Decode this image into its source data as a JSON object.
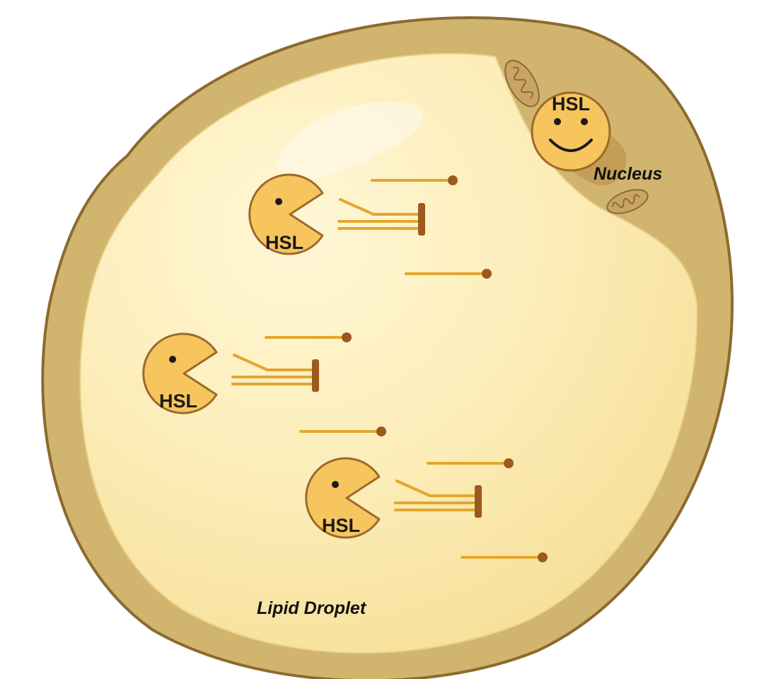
{
  "labels": {
    "nucleus": "Nucleus",
    "lipid_droplet": "Lipid Droplet"
  },
  "enzymes": [
    {
      "label": "HSL",
      "form": "pacman"
    },
    {
      "label": "HSL",
      "form": "pacman"
    },
    {
      "label": "HSL",
      "form": "pacman"
    },
    {
      "label": "HSL",
      "form": "smiley"
    }
  ],
  "colors": {
    "cell_membrane": "#d1b56f",
    "cell_outline": "#8c6a2e",
    "cytoplasm": "#fbeaaf",
    "enzyme_fill": "#f7c55d",
    "enzyme_outline": "#9a6a2c",
    "chain": "#e4a62e",
    "head": "#9b5a1c",
    "nucleus_shadow": "#bf9a4f",
    "mitochondria": "#c9a467"
  },
  "icons": [
    "triglyceride-icon",
    "fatty-acid-icon",
    "mitochondrion-icon"
  ]
}
